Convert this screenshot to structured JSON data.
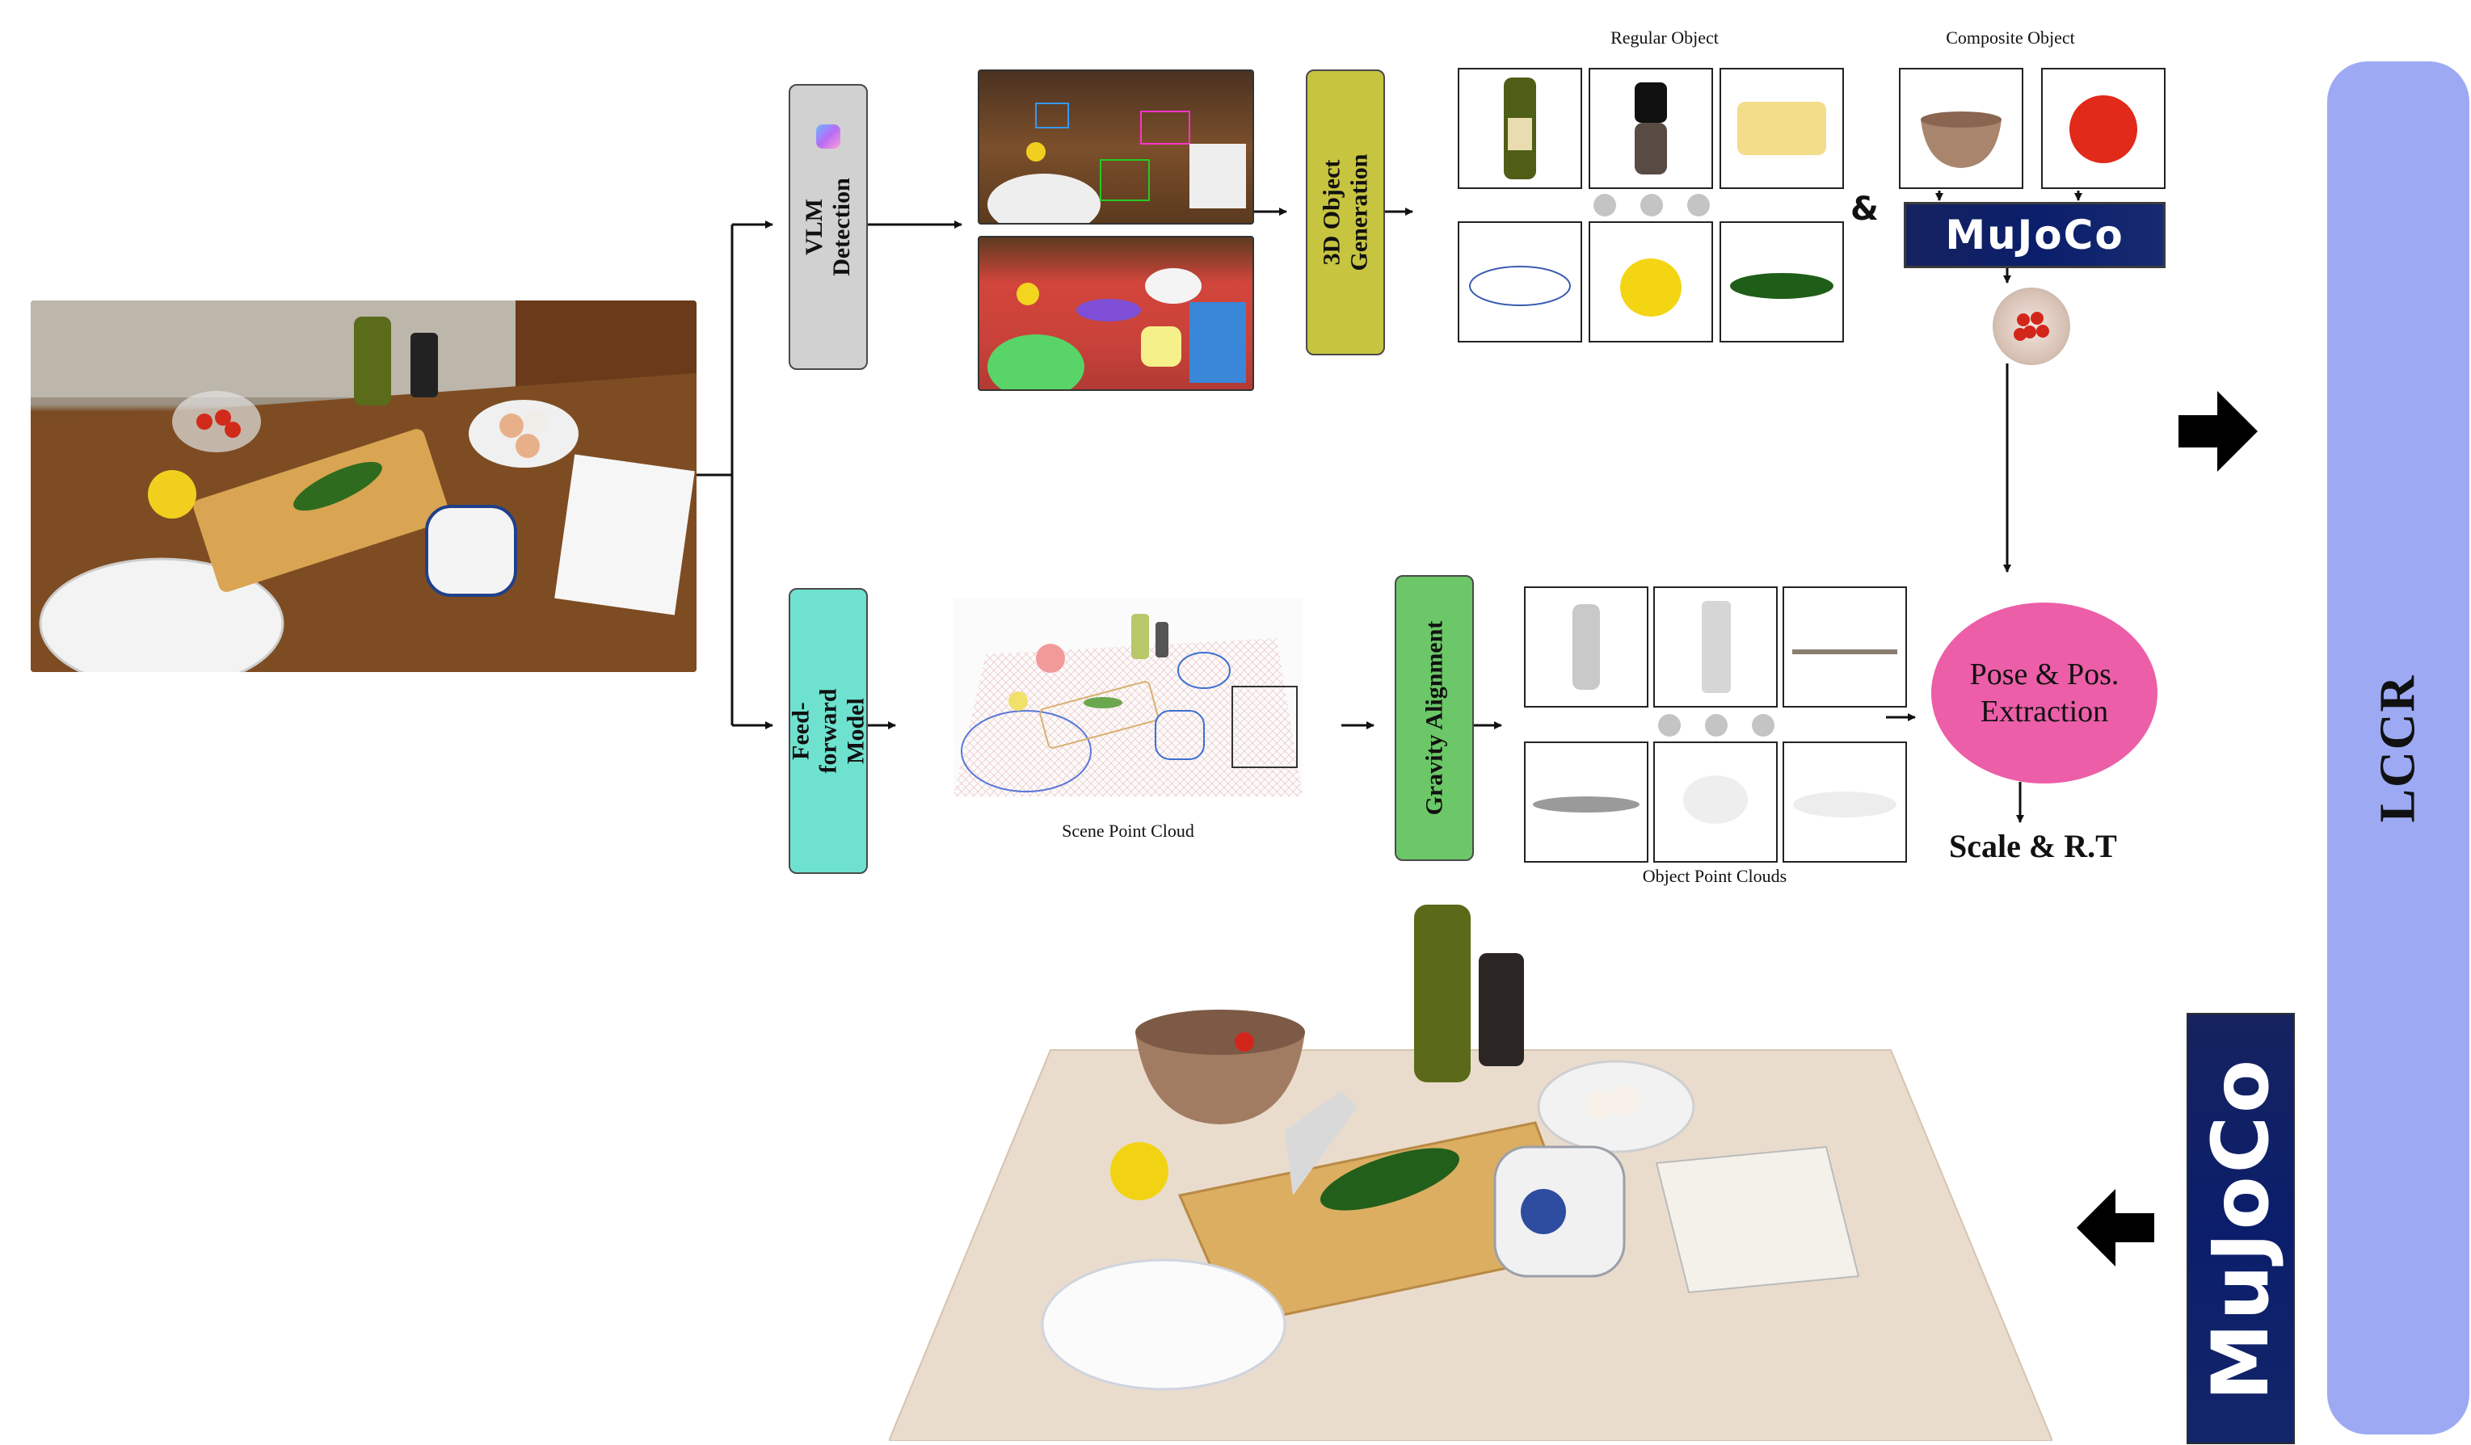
{
  "stages": {
    "vlm_detection": {
      "label": "VLM Detection",
      "bg": "#d1d1d1"
    },
    "object_generation": {
      "label": "3D Object Generation",
      "bg": "#c7c440"
    },
    "feed_forward": {
      "label": "Feed-forward Model",
      "bg": "#6ee2cf"
    },
    "gravity_alignment": {
      "label": "Gravity Alignment",
      "bg": "#6bc767"
    }
  },
  "labels": {
    "regular_object": "Regular Object",
    "composite_object": "Composite Object",
    "scene_point_cloud": "Scene Point Cloud",
    "object_point_clouds": "Object Point Clouds",
    "pose_extraction": "Pose & Pos. Extraction",
    "scale_rt": "Scale & R.T",
    "ampersand": "&",
    "mujoco_logo": "MuJoCo",
    "mujoco_vertical": "MuJoCo",
    "lccr": "LCCR"
  },
  "colors": {
    "pose_ellipse": "#ec5ea8",
    "lccr_bar": "#9daaf3",
    "mujoco_navy": "#0b1e6b"
  },
  "icons": {
    "vlm": "gradient-app-icon",
    "arrow_right": "thick-arrow-right",
    "arrow_left": "thick-arrow-left"
  }
}
